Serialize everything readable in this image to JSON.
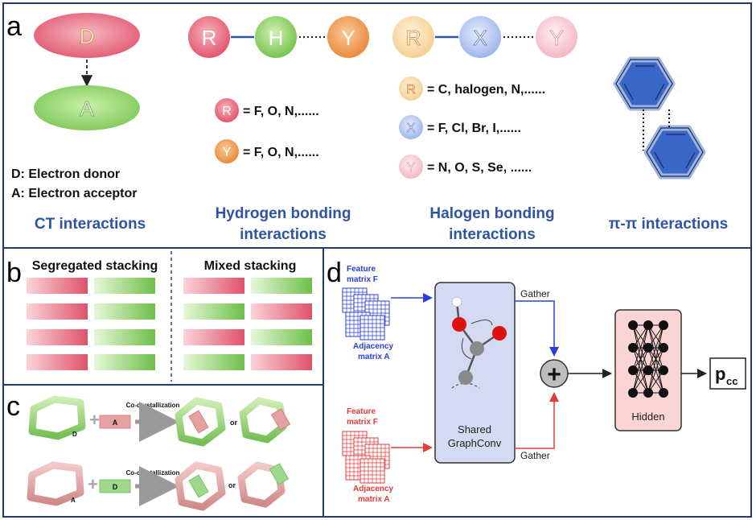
{
  "panels": {
    "a": "a",
    "b": "b",
    "c": "c",
    "d": "d"
  },
  "panel_a": {
    "donor_letter": "D",
    "acceptor_letter": "A",
    "legend_d": "D: Electron donor",
    "legend_a": "A: Electron acceptor",
    "ct_title": "CT interactions",
    "hb_chain": [
      "R",
      "H",
      "Y"
    ],
    "hb_r_def": "= F, O, N,......",
    "hb_y_def": "= F, O, N,......",
    "hb_title_1": "Hydrogen bonding",
    "hb_title_2": "interactions",
    "xb_chain": [
      "R",
      "X",
      "Y"
    ],
    "xb_r_def": "= C, halogen, N,......",
    "xb_x_def": "= F, Cl, Br, I,......",
    "xb_y_def": "= N, O, S, Se, ......",
    "xb_title_1": "Halogen bonding",
    "xb_title_2": "interactions",
    "pp_title": "π-π interactions"
  },
  "panel_b": {
    "segregated": "Segregated stacking",
    "mixed": "Mixed stacking",
    "segregated_rows": [
      [
        "red",
        "green"
      ],
      [
        "red",
        "green"
      ],
      [
        "red",
        "green"
      ],
      [
        "red",
        "green"
      ]
    ],
    "mixed_rows": [
      [
        "red",
        "green"
      ],
      [
        "green",
        "red"
      ],
      [
        "red",
        "green"
      ],
      [
        "green",
        "red"
      ]
    ]
  },
  "panel_c": {
    "co_label": "Co-crystallization",
    "or_label": "or",
    "row1_mol": "A",
    "row1_frame": "D",
    "row2_mol": "D",
    "row2_frame": "A"
  },
  "panel_d": {
    "feature_1": "Feature",
    "feature_2": "matrix F",
    "adjacency_1": "Adjacency",
    "adjacency_2": "matrix A",
    "gather": "Gather",
    "shared_1": "Shared",
    "shared_2": "GraphConv",
    "plus": "+",
    "hidden": "Hidden",
    "output": "p",
    "output_sub": "cc"
  },
  "colors": {
    "border": "#1f3a6e",
    "title_blue": "#2e54a3",
    "donor_red": "#e8637a",
    "acceptor_green": "#8fd06a",
    "benzene_blue": "#3a66c8",
    "graph_blue": "#2a3fd6",
    "graph_red": "#e53a3a"
  }
}
